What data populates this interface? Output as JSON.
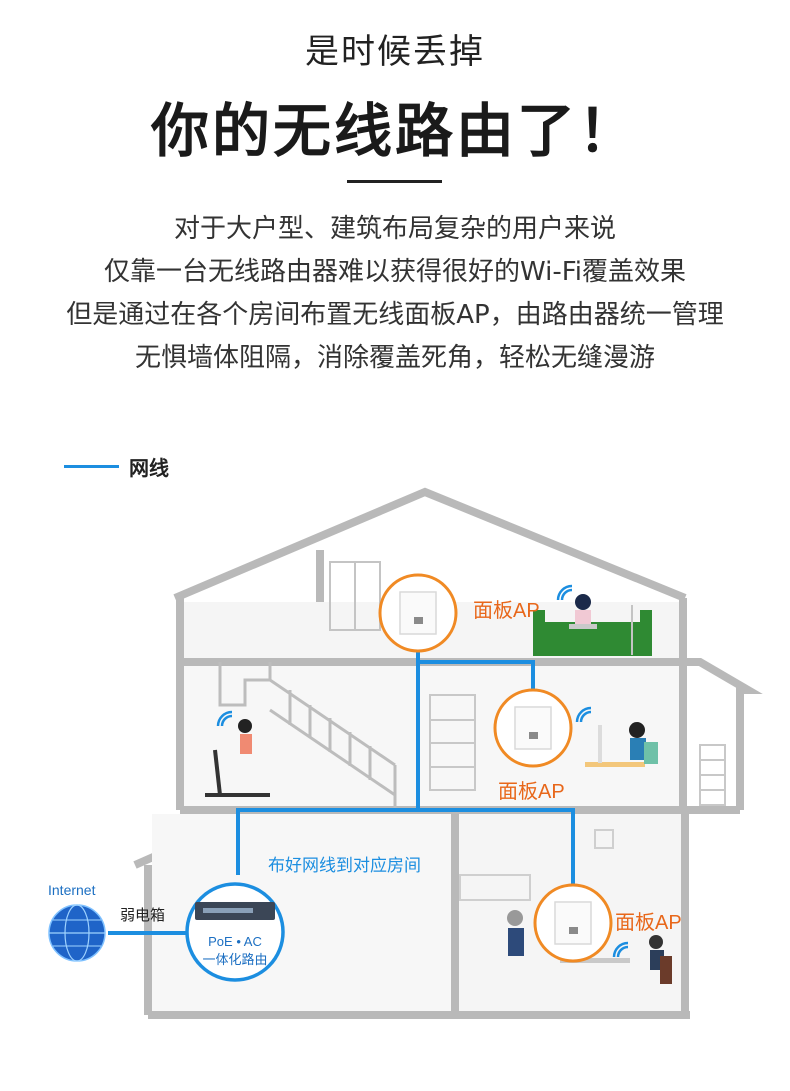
{
  "header": {
    "subtitle": "是时候丢掉",
    "title": "你的无线路由了！",
    "description": [
      "对于大户型、建筑布局复杂的用户来说",
      "仅靠一台无线路由器难以获得很好的Wi-Fi覆盖效果",
      "但是通过在各个房间布置无线面板AP，由路由器统一管理",
      "无惧墙体阻隔，消除覆盖死角，轻松无缝漫游"
    ]
  },
  "legend": {
    "label": "网线",
    "color": "#1c8ee0"
  },
  "diagram": {
    "ap_labels": [
      "面板AP",
      "面板AP",
      "面板AP"
    ],
    "cable_label": "布好网线到对应房间",
    "internet_label": "Internet",
    "box_label": "弱电箱",
    "router_labels": [
      "PoE • AC",
      "一体化路由"
    ],
    "colors": {
      "cable": "#1c8ee0",
      "ap_ring": "#f08a24",
      "ap_text": "#e8671a",
      "house": "#b9b9b9"
    }
  }
}
